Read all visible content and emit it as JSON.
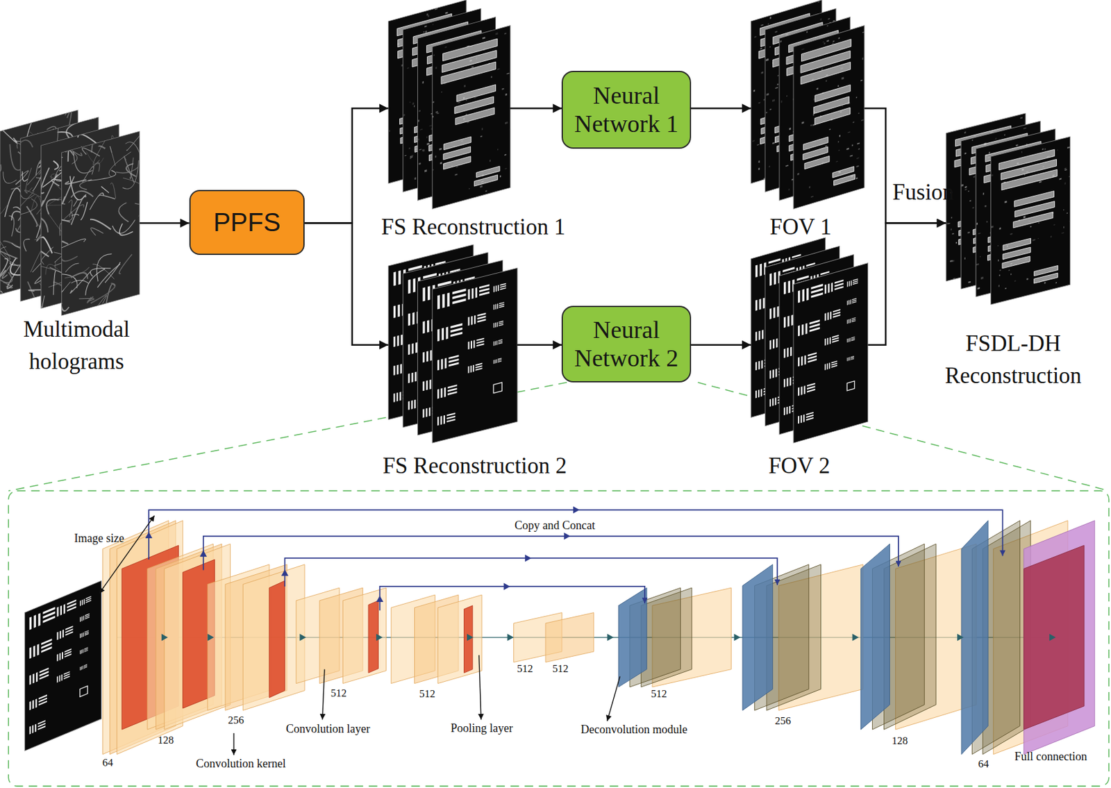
{
  "diagram": {
    "nodes": [
      {
        "text": [
          "Multimodal holograms"
        ]
      },
      {
        "text": [
          "PPFS"
        ]
      },
      {
        "text": [
          "FS Reconstruction 1"
        ]
      },
      {
        "text": [
          "FS Reconstruction 2"
        ]
      },
      {
        "text": [
          "Neural Network 1"
        ]
      },
      {
        "text": [
          "Neural Network 2"
        ]
      },
      {
        "text": [
          "FOV 1"
        ]
      },
      {
        "text": [
          "FOV 2"
        ]
      },
      {
        "text": [
          "FSDL-DH Reconstruction"
        ]
      }
    ],
    "edges": [
      {
        "from": 0,
        "to": 1,
        "arrow": "to"
      },
      {
        "from": 1,
        "to": 2,
        "arrow": "to"
      },
      {
        "from": 1,
        "to": 3,
        "arrow": "to"
      },
      {
        "from": 2,
        "to": 4,
        "arrow": "to"
      },
      {
        "from": 3,
        "to": 5,
        "arrow": "to"
      },
      {
        "from": 4,
        "to": 6,
        "arrow": "to"
      },
      {
        "from": 5,
        "to": 7,
        "arrow": "to"
      },
      {
        "from": 6,
        "to": 8,
        "label": "Fusion",
        "arrow": "to"
      },
      {
        "from": 7,
        "to": 8,
        "arrow": "to"
      }
    ],
    "labels": [
      "Image size",
      "Copy and Concat",
      "64",
      "128",
      "256",
      "Convolution kernel",
      "Convolution layer",
      "512",
      "512",
      "Pooling layer",
      "512",
      "512",
      "Deconvolution module",
      "512",
      "256",
      "128",
      "64",
      "Full connection"
    ]
  }
}
